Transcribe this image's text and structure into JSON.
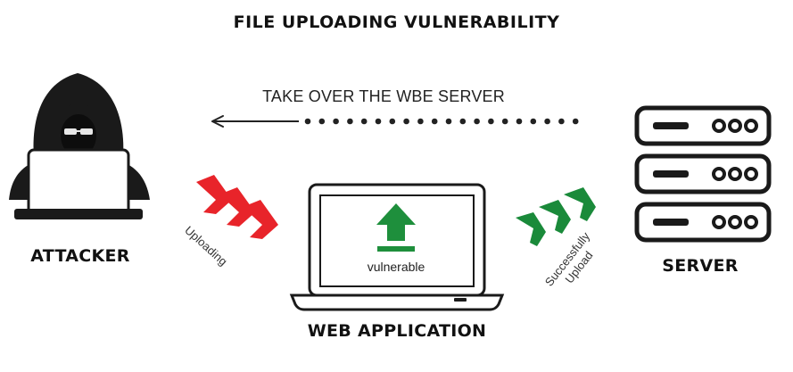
{
  "title": "FILE UPLOADING VULNERABILITY",
  "caption": "TAKE OVER THE WBE SERVER",
  "nodes": {
    "attacker": "ATTACKER",
    "web_application": "WEB APPLICATION",
    "server": "SERVER"
  },
  "laptop_screen_text": "vulnerable",
  "edges": {
    "uploading": "Uploading",
    "successfully_line1": "Successfully",
    "successfully_line2": "Upload"
  },
  "colors": {
    "red_chevrons": "#e8242a",
    "green_chevrons": "#1a8a3a",
    "upload_icon": "#1e8f3c",
    "ink": "#111111"
  }
}
